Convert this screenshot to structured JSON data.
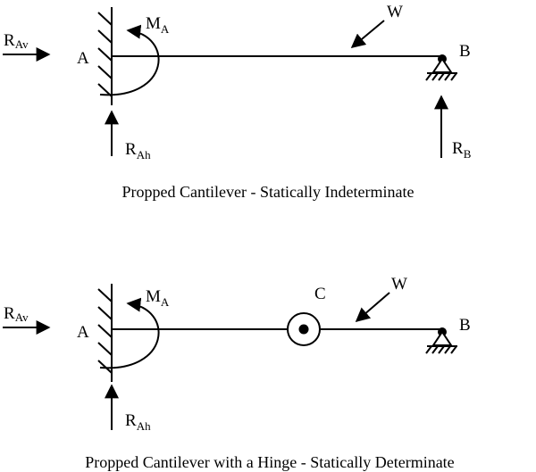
{
  "diagram1": {
    "caption": "Propped Cantilever - Statically Indeterminate",
    "labels": {
      "reaction_av": {
        "main": "R",
        "sub": "Av"
      },
      "reaction_ah": {
        "main": "R",
        "sub": "Ah"
      },
      "moment": {
        "main": "M",
        "sub": "A"
      },
      "point_a": "A",
      "point_b": "B",
      "load": "W",
      "reaction_b": {
        "main": "R",
        "sub": "B"
      }
    }
  },
  "diagram2": {
    "caption": "Propped Cantilever with a Hinge - Statically Determinate",
    "labels": {
      "reaction_av": {
        "main": "R",
        "sub": "Av"
      },
      "reaction_ah": {
        "main": "R",
        "sub": "Ah"
      },
      "moment": {
        "main": "M",
        "sub": "A"
      },
      "point_a": "A",
      "point_b": "B",
      "point_c": "C",
      "load": "W"
    }
  }
}
